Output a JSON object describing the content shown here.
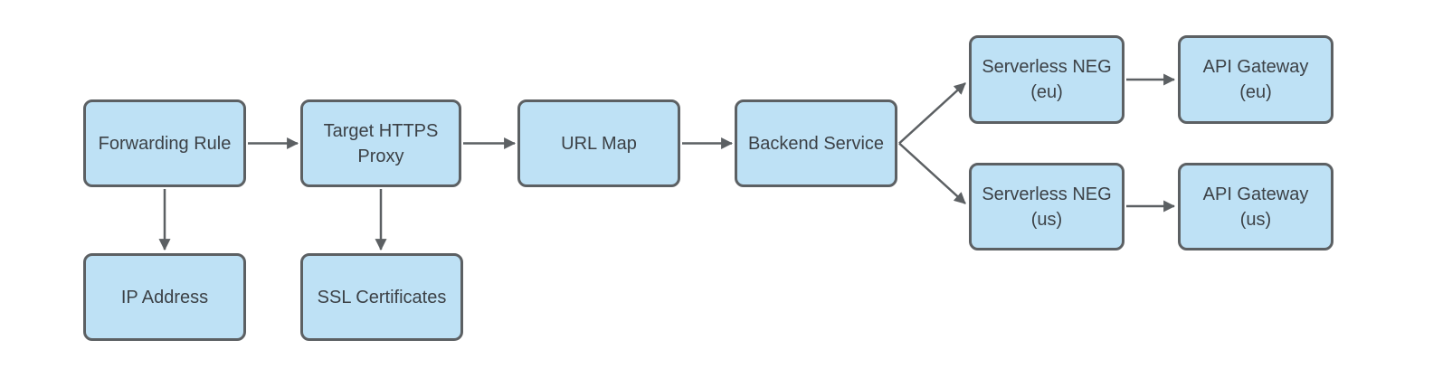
{
  "diagram": {
    "colors": {
      "node_fill": "#BEE1F5",
      "node_border": "#5C6063",
      "arrow": "#5C6063",
      "text": "#3C4146",
      "background": "#FFFFFF"
    },
    "nodes": [
      {
        "id": "forwarding-rule",
        "label": "Forwarding Rule"
      },
      {
        "id": "target-https-proxy",
        "label": "Target HTTPS\nProxy"
      },
      {
        "id": "url-map",
        "label": "URL Map"
      },
      {
        "id": "backend-service",
        "label": "Backend Service"
      },
      {
        "id": "serverless-neg-eu",
        "label": "Serverless NEG\n(eu)"
      },
      {
        "id": "api-gateway-eu",
        "label": "API Gateway\n(eu)"
      },
      {
        "id": "serverless-neg-us",
        "label": "Serverless NEG\n(us)"
      },
      {
        "id": "api-gateway-us",
        "label": "API Gateway\n(us)"
      },
      {
        "id": "ip-address",
        "label": "IP Address"
      },
      {
        "id": "ssl-certificates",
        "label": "SSL Certificates"
      }
    ],
    "edges": [
      {
        "from": "forwarding-rule",
        "to": "target-https-proxy"
      },
      {
        "from": "target-https-proxy",
        "to": "url-map"
      },
      {
        "from": "url-map",
        "to": "backend-service"
      },
      {
        "from": "backend-service",
        "to": "serverless-neg-eu"
      },
      {
        "from": "backend-service",
        "to": "serverless-neg-us"
      },
      {
        "from": "serverless-neg-eu",
        "to": "api-gateway-eu"
      },
      {
        "from": "serverless-neg-us",
        "to": "api-gateway-us"
      },
      {
        "from": "forwarding-rule",
        "to": "ip-address"
      },
      {
        "from": "target-https-proxy",
        "to": "ssl-certificates"
      }
    ]
  }
}
